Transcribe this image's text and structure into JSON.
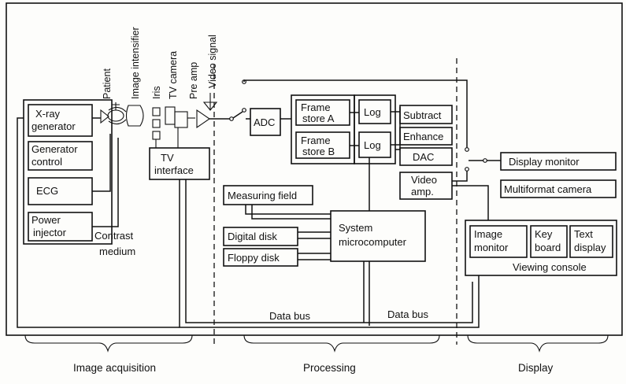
{
  "diagram": {
    "acquisition": {
      "xray_generator": [
        "X-ray",
        "generator"
      ],
      "generator_control": [
        "Generator",
        "control"
      ],
      "ecg": "ECG",
      "power_injector": [
        "Power",
        "injector"
      ],
      "contrast_medium": [
        "Contrast",
        "medium"
      ],
      "patient": "Patient",
      "image_intensifier": "Image intensifier",
      "iris": "Iris",
      "tv_camera": "TV camera",
      "pre_amp": "Pre amp",
      "video_signal": "Video signal",
      "tv_interface": [
        "TV",
        "interface"
      ]
    },
    "processing": {
      "adc": "ADC",
      "frame_store_a": [
        "Frame",
        "store A"
      ],
      "frame_store_b": [
        "Frame",
        "store B"
      ],
      "log_a": "Log",
      "log_b": "Log",
      "subtract": "Subtract",
      "enhance": "Enhance",
      "dac": "DAC",
      "video_amp": [
        "Video",
        "amp."
      ],
      "measuring_field": "Measuring field",
      "system_microcomputer": [
        "System",
        "microcomputer"
      ],
      "digital_disk": "Digital disk",
      "floppy_disk": "Floppy disk",
      "data_bus_left": "Data bus",
      "data_bus_right": "Data bus"
    },
    "display": {
      "display_monitor": "Display monitor",
      "multiformat_camera": "Multiformat camera",
      "image_monitor": [
        "Image",
        "monitor"
      ],
      "keyboard": [
        "Key",
        "board"
      ],
      "text_display": [
        "Text",
        "display"
      ],
      "viewing_console": "Viewing console"
    },
    "sections": {
      "image_acquisition": "Image acquisition",
      "processing": "Processing",
      "display": "Display"
    }
  }
}
